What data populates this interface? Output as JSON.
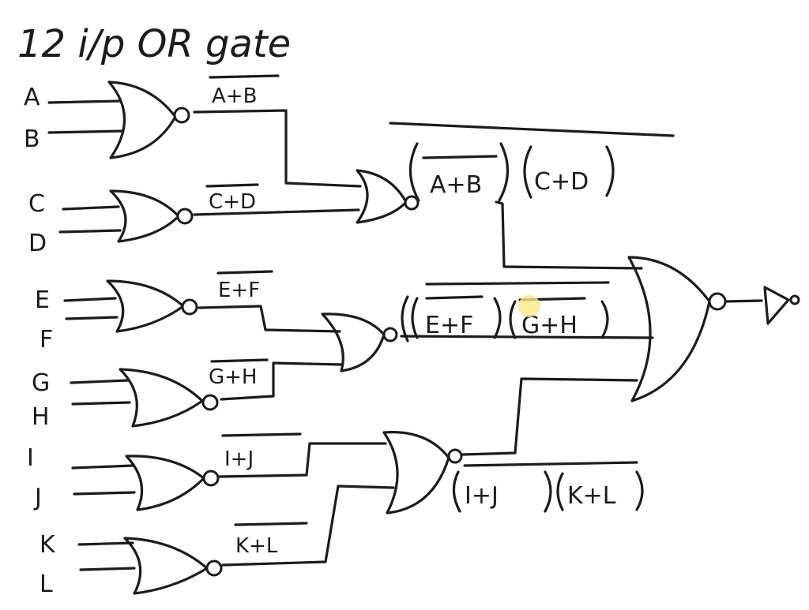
{
  "title": "12 i/p OR gate",
  "inputs": [
    "A",
    "B",
    "C",
    "D",
    "E",
    "F",
    "G",
    "H",
    "I",
    "J",
    "K",
    "L"
  ],
  "first_stage": [
    "A+B",
    "C+D",
    "E+F",
    "G+H",
    "I+J",
    "K+L"
  ],
  "second_stage": [
    {
      "left": "A+B",
      "right": "C+D"
    },
    {
      "left": "E+F",
      "right": "G+H"
    },
    {
      "left": "I+J",
      "right": "K+L"
    }
  ],
  "colors": {
    "ink": "#1c1c1c",
    "cursor": "#fbe88a"
  }
}
